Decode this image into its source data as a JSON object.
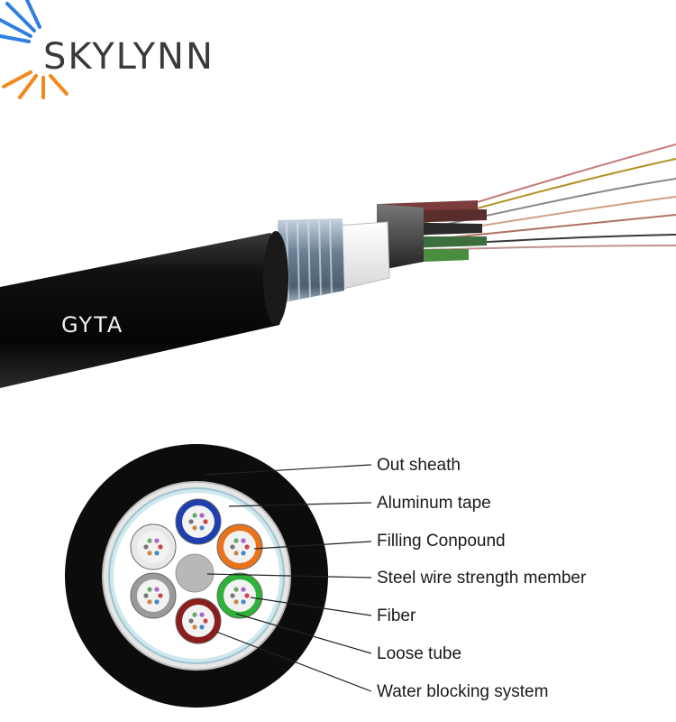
{
  "brand": {
    "name": "SKYLYNN",
    "accent_blue": "#2f7fe0",
    "accent_orange": "#f08a1c"
  },
  "cable": {
    "print": "GYTA"
  },
  "labels": [
    "Out sheath",
    "Aluminum tape",
    "Filling Conpound",
    "Steel wire strength member",
    "Fiber",
    "Loose tube",
    "Water blocking system"
  ],
  "tube_colors": [
    "#1f3fae",
    "#e8731c",
    "#2fb23a",
    "#8a1d1d",
    "#9a9a9a",
    "#e8e8e8"
  ]
}
